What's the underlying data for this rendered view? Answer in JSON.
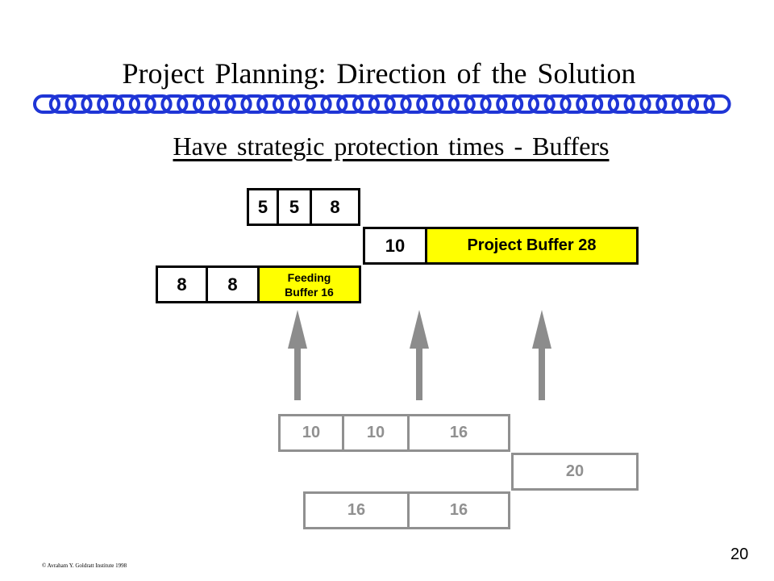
{
  "slide": {
    "title": "Project Planning:  Direction of the Solution",
    "subtitle": "Have strategic protection times - Buffers",
    "footer": "© Avraham Y. Goldratt Institute 1998",
    "page_number": "20"
  },
  "buffered_plan": {
    "row1": [
      "5",
      "5",
      "8"
    ],
    "row2_task": "10",
    "project_buffer": "Project Buffer 28",
    "row3": [
      "8",
      "8"
    ],
    "feeding_buffer_line1": "Feeding",
    "feeding_buffer_line2": "Buffer 16"
  },
  "original_plan": {
    "row1": [
      "10",
      "10",
      "16"
    ],
    "row2": [
      "20"
    ],
    "row3": [
      "16",
      "16"
    ]
  },
  "colors": {
    "buffer": "#ffff00",
    "faded": "#909090",
    "chain": "#1f35d6"
  },
  "icons": [
    "chain-link-icon",
    "up-arrow-icon"
  ]
}
